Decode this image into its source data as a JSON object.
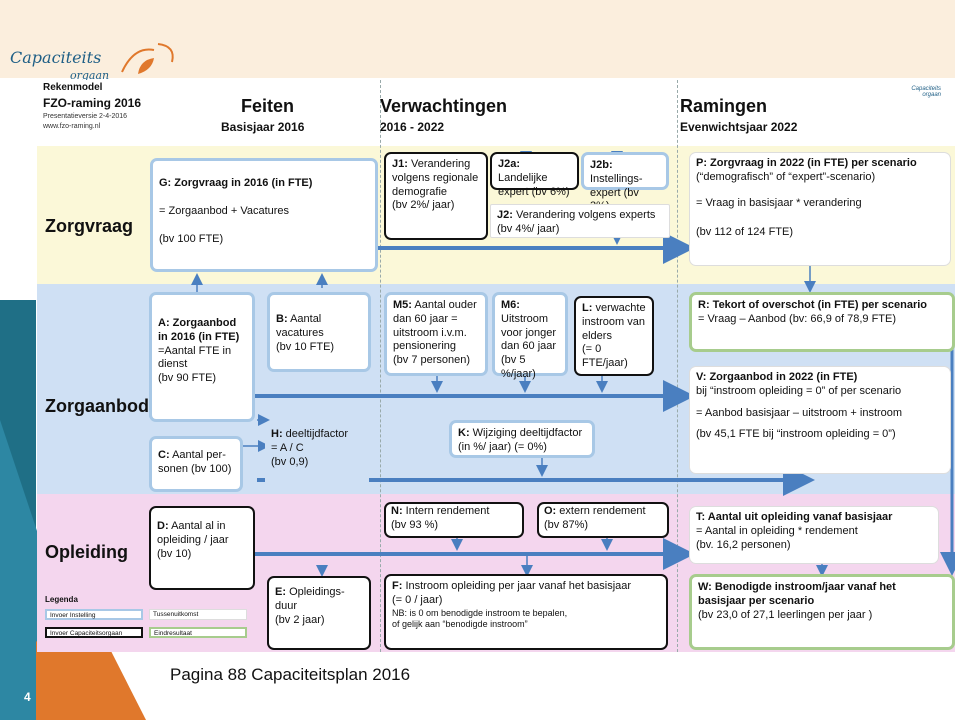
{
  "slide": {
    "number": "4",
    "caption": "Pagina 88 Capaciteitsplan 2016"
  },
  "logo": {
    "line1": "Capaciteits",
    "line2": "orgaan",
    "mini1": "Capaciteits",
    "mini2": "orgaan"
  },
  "header": {
    "model_title": "Rekenmodel",
    "model_sub": "FZO-raming 2016",
    "version": "Presentatieversie 2-4-2016",
    "url": "www.fzo-raming.nl",
    "col1_title": "Feiten",
    "col1_sub": "Basisjaar 2016",
    "col2_title": "Verwachtingen",
    "col2_sub": "2016 - 2022",
    "col3_title": "Ramingen",
    "col3_sub": "Evenwichtsjaar 2022"
  },
  "rows": {
    "zorgvraag": "Zorgvraag",
    "zorgaanbod": "Zorgaanbod",
    "opleiding": "Opleiding"
  },
  "boxes": {
    "G": {
      "title": "G: Zorgvraag in 2016 (in FTE)",
      "line1": "= Zorgaanbod + Vacatures",
      "line2": "(bv 100 FTE)"
    },
    "J1": {
      "title": "J1:",
      "body": "Verandering volgens regionale demografie",
      "ex": "(bv 2%/ jaar)"
    },
    "J2a": {
      "title": "J2a:",
      "body": "Landelijke expert (bv 6%)"
    },
    "J2b": {
      "title": "J2b:",
      "body": "Instellings-expert (bv 3%)"
    },
    "J2": {
      "title": "J2:",
      "body": "Verandering volgens experts (bv 4%/ jaar)"
    },
    "P": {
      "title": "P: Zorgvraag in 2022 (in FTE) per scenario",
      "line1": "(“demografisch” of “expert”-scenario)",
      "line2": "= Vraag in basisjaar * verandering",
      "line3": "(bv 112 of 124 FTE)"
    },
    "A": {
      "title": "A: Zorgaanbod in 2016 (in FTE)",
      "line1": "=Aantal FTE in dienst",
      "line2": "(bv 90 FTE)"
    },
    "B": {
      "title": "B:",
      "body": "Aantal vacatures",
      "ex": "(bv 10 FTE)"
    },
    "M5": {
      "title": "M5:",
      "body": "Aantal ouder dan 60 jaar = uitstroom i.v.m. pensionering",
      "ex": "(bv 7 personen)"
    },
    "M6": {
      "title": "M6:",
      "body": "Uitstroom voor jonger dan 60 jaar",
      "ex": "(bv 5 %/jaar)"
    },
    "L": {
      "title": "L:",
      "body": "verwachte instroom van elders",
      "ex": "(= 0 FTE/jaar)"
    },
    "R": {
      "title": "R: Tekort of overschot (in FTE) per scenario",
      "line1": "= Vraag – Aanbod (bv: 66,9 of 78,9 FTE)"
    },
    "V": {
      "title": "V: Zorgaanbod in 2022 (in FTE)",
      "line1": "bij “instroom opleiding = 0” of per scenario",
      "line2": "= Aanbod basisjaar – uitstroom + instroom",
      "line3": "(bv 45,1 FTE bij “instroom opleiding = 0”)"
    },
    "C": {
      "title": "C:",
      "body": "Aantal per-sonen (bv 100)"
    },
    "H": {
      "title": "H:",
      "body": "deeltijdfactor",
      "line1": "= A / C",
      "line2": "(bv 0,9)"
    },
    "K": {
      "title": "K:",
      "body": "Wijziging deeltijdfactor",
      "line1": "(in %/ jaar) (= 0%)"
    },
    "D": {
      "title": "D:",
      "body": "Aantal al in opleiding / jaar",
      "ex": "(bv 10)"
    },
    "N": {
      "title": "N:",
      "body": "Intern rendement",
      "ex": "(bv 93 %)"
    },
    "O": {
      "title": "O:",
      "body": "extern rendement",
      "ex": "(bv 87%)"
    },
    "T": {
      "title": "T: Aantal uit opleiding vanaf basisjaar",
      "line1": "= Aantal in opleiding * rendement",
      "line2": "(bv. 16,2 personen)"
    },
    "E": {
      "title": "E:",
      "body": "Opleidings-duur",
      "ex": "(bv 2 jaar)"
    },
    "F": {
      "title": "F:",
      "body": "Instroom opleiding per jaar vanaf het basisjaar",
      "line1": "(= 0 / jaar)",
      "line2": "NB: is 0 om benodigde instroom te bepalen,",
      "line3": "of gelijk aan “benodigde instroom”"
    },
    "W": {
      "title": "W: Benodigde instroom/jaar vanaf het basisjaar per scenario",
      "line1": "(bv 23,0 of 27,1 leerlingen per jaar )"
    }
  },
  "legend": {
    "title": "Legenda",
    "instelling": "Invoer Instelling",
    "tussen": "Tussenuitkomst",
    "capaciteit": "Invoer Capaciteitsorgaan",
    "eind": "Eindresultaat"
  },
  "colors": {
    "zorgvraag_band": "#fbf8d8",
    "zorgaanbod_band": "#cfe0f4",
    "opleiding_band": "#f4d6ee",
    "arrow": "#4a7fc0",
    "input_instelling": "#a8c8e6",
    "input_capaciteit": "#111111",
    "eindresultaat": "#a7cc8d"
  }
}
